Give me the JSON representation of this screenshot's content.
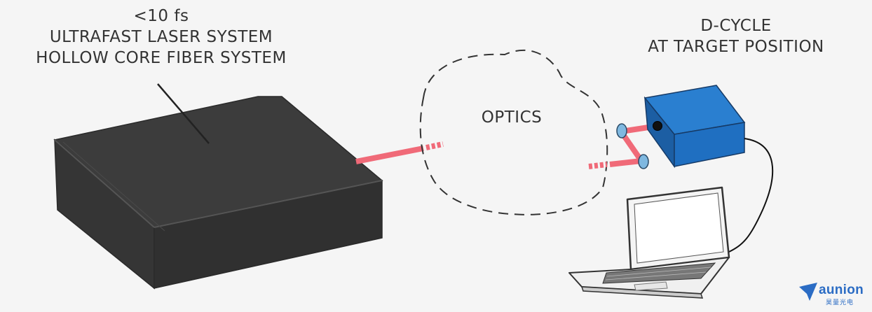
{
  "labels": {
    "laser_line1": "<10 fs",
    "laser_line2": "ULTRAFAST LASER SYSTEM",
    "laser_line3": "HOLLOW CORE FIBER SYSTEM",
    "dcycle_line1": "D-CYCLE",
    "dcycle_line2": "AT TARGET POSITION",
    "optics": "OPTICS"
  },
  "logo": {
    "brand": "aunion",
    "sub": "昊量光电"
  },
  "colors": {
    "background": "#f5f5f5",
    "laser_box": "#3c3c3c",
    "beam": "#f06a78",
    "dcycle_box": "#1f6fc1",
    "text": "#333333",
    "logo": "#2b6cc4"
  },
  "icons": {
    "laser_box": "laser-system-box",
    "dcycle_box": "d-cycle-device",
    "mirror": "mirror-icon",
    "laptop": "laptop-icon",
    "logo_mark": "paper-plane-icon"
  }
}
